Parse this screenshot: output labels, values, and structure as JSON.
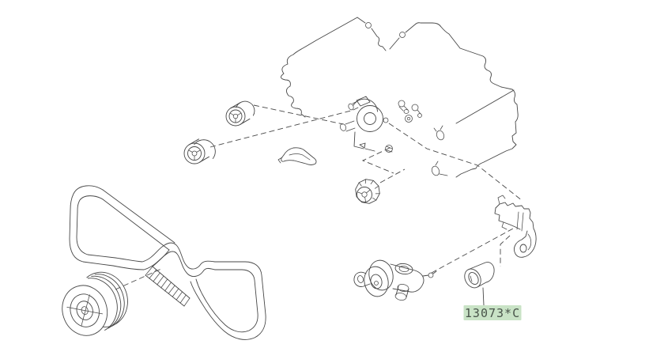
{
  "diagram": {
    "type": "exploded-parts-diagram",
    "subject": "engine-timing-belt-components",
    "background_color": "#ffffff",
    "line_color": "#474747",
    "highlighted_part": {
      "label": "13073*C",
      "highlight_color": "#c9e3c6",
      "label_text_color": "#49544a"
    },
    "parts": [
      {
        "id": "engine-outline",
        "desc": "engine block outline"
      },
      {
        "id": "timing-cover-panel",
        "desc": "timing belt cover panel with side bolts"
      },
      {
        "id": "idler-pulley-front",
        "desc": "idler pulley (lower front)"
      },
      {
        "id": "idler-pulley-rear",
        "desc": "idler pulley (upper rear)"
      },
      {
        "id": "tensioner-pulley",
        "desc": "tensioner pulley with studs"
      },
      {
        "id": "small-bolts",
        "desc": "small mounting bolts"
      },
      {
        "id": "bracket-arm",
        "desc": "curved bracket arm"
      },
      {
        "id": "knurled-coupling",
        "desc": "knurled cylindrical part"
      },
      {
        "id": "timing-belt",
        "desc": "twisted timing belt loop with teeth"
      },
      {
        "id": "crankshaft-pulley",
        "desc": "grooved crankshaft pulley"
      },
      {
        "id": "belt-auto-tensioner",
        "desc": "belt auto-tensioner assembly"
      },
      {
        "id": "tensioner-bracket",
        "desc": "tensioner mounting bracket with hole"
      },
      {
        "id": "spacer-cylinder",
        "desc": "highlighted spacer cylinder part 13073*C"
      },
      {
        "id": "leader-lines",
        "desc": "dashed assembly leader lines"
      }
    ]
  }
}
